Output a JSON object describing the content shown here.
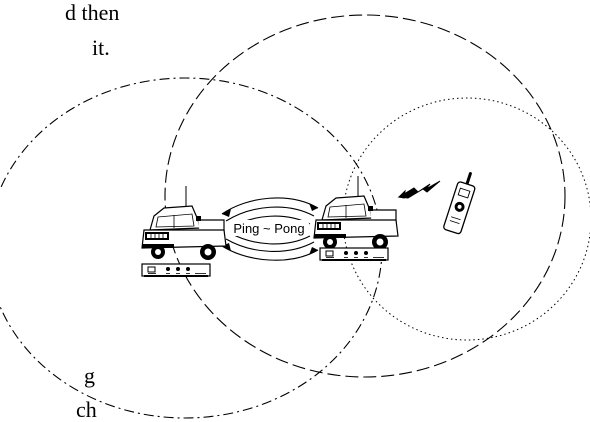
{
  "text_fragments": {
    "top_line_1": "d then",
    "top_line_2": "it.",
    "bottom_line_1": "g",
    "bottom_line_2": "ch"
  },
  "diagram": {
    "exchange_label": "Ping ~ Pong",
    "stroke_color": "#000000",
    "background": "#ffffff",
    "circles": [
      "dash-dot",
      "long-dash",
      "dotted"
    ],
    "icons": [
      "pickup-truck-icon",
      "base-station-icon",
      "handheld-radio-icon",
      "signal-bolt-icon"
    ]
  }
}
